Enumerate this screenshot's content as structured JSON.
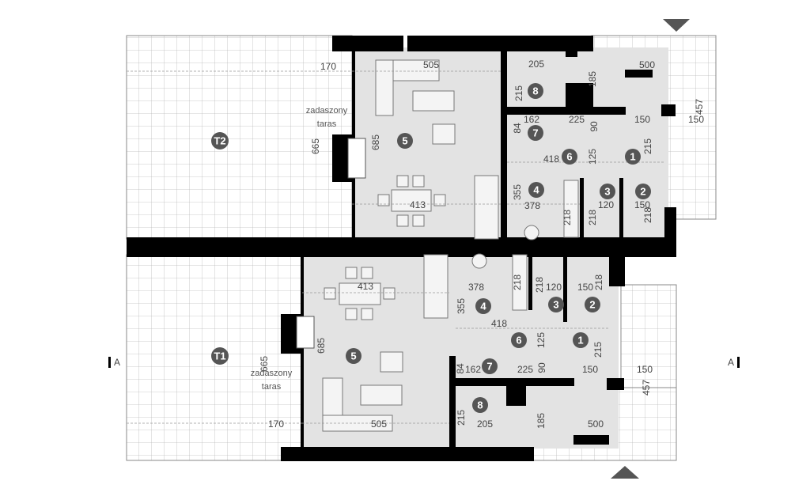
{
  "upper": {
    "dims": [
      "170",
      "505",
      "205",
      "185",
      "500",
      "457",
      "150",
      "150",
      "215",
      "162",
      "84",
      "225",
      "90",
      "215",
      "665",
      "685",
      "418",
      "125",
      "355",
      "378",
      "413",
      "120",
      "150",
      "218",
      "218",
      "218"
    ],
    "terrace_label": [
      "zadaszony",
      "taras"
    ],
    "rooms": [
      "8",
      "7",
      "6",
      "5",
      "1",
      "4",
      "3",
      "2"
    ],
    "terrace_id": "T2"
  },
  "lower": {
    "dims": [
      "413",
      "378",
      "218",
      "218",
      "120",
      "150",
      "218",
      "355",
      "418",
      "125",
      "215",
      "685",
      "665",
      "162",
      "84",
      "225",
      "90",
      "150",
      "150",
      "457",
      "215",
      "205",
      "185",
      "505",
      "500",
      "170"
    ],
    "terrace_label": [
      "zadaszony",
      "taras"
    ],
    "rooms": [
      "4",
      "3",
      "2",
      "1",
      "6",
      "5",
      "7",
      "8"
    ],
    "terrace_id": "T1"
  },
  "section_marks": {
    "left": "A",
    "right": "A"
  },
  "colors": {
    "wall": "#000000",
    "floor": "#e3e3e3",
    "room_badge": "#555555",
    "grid": "#bbbbbb"
  }
}
